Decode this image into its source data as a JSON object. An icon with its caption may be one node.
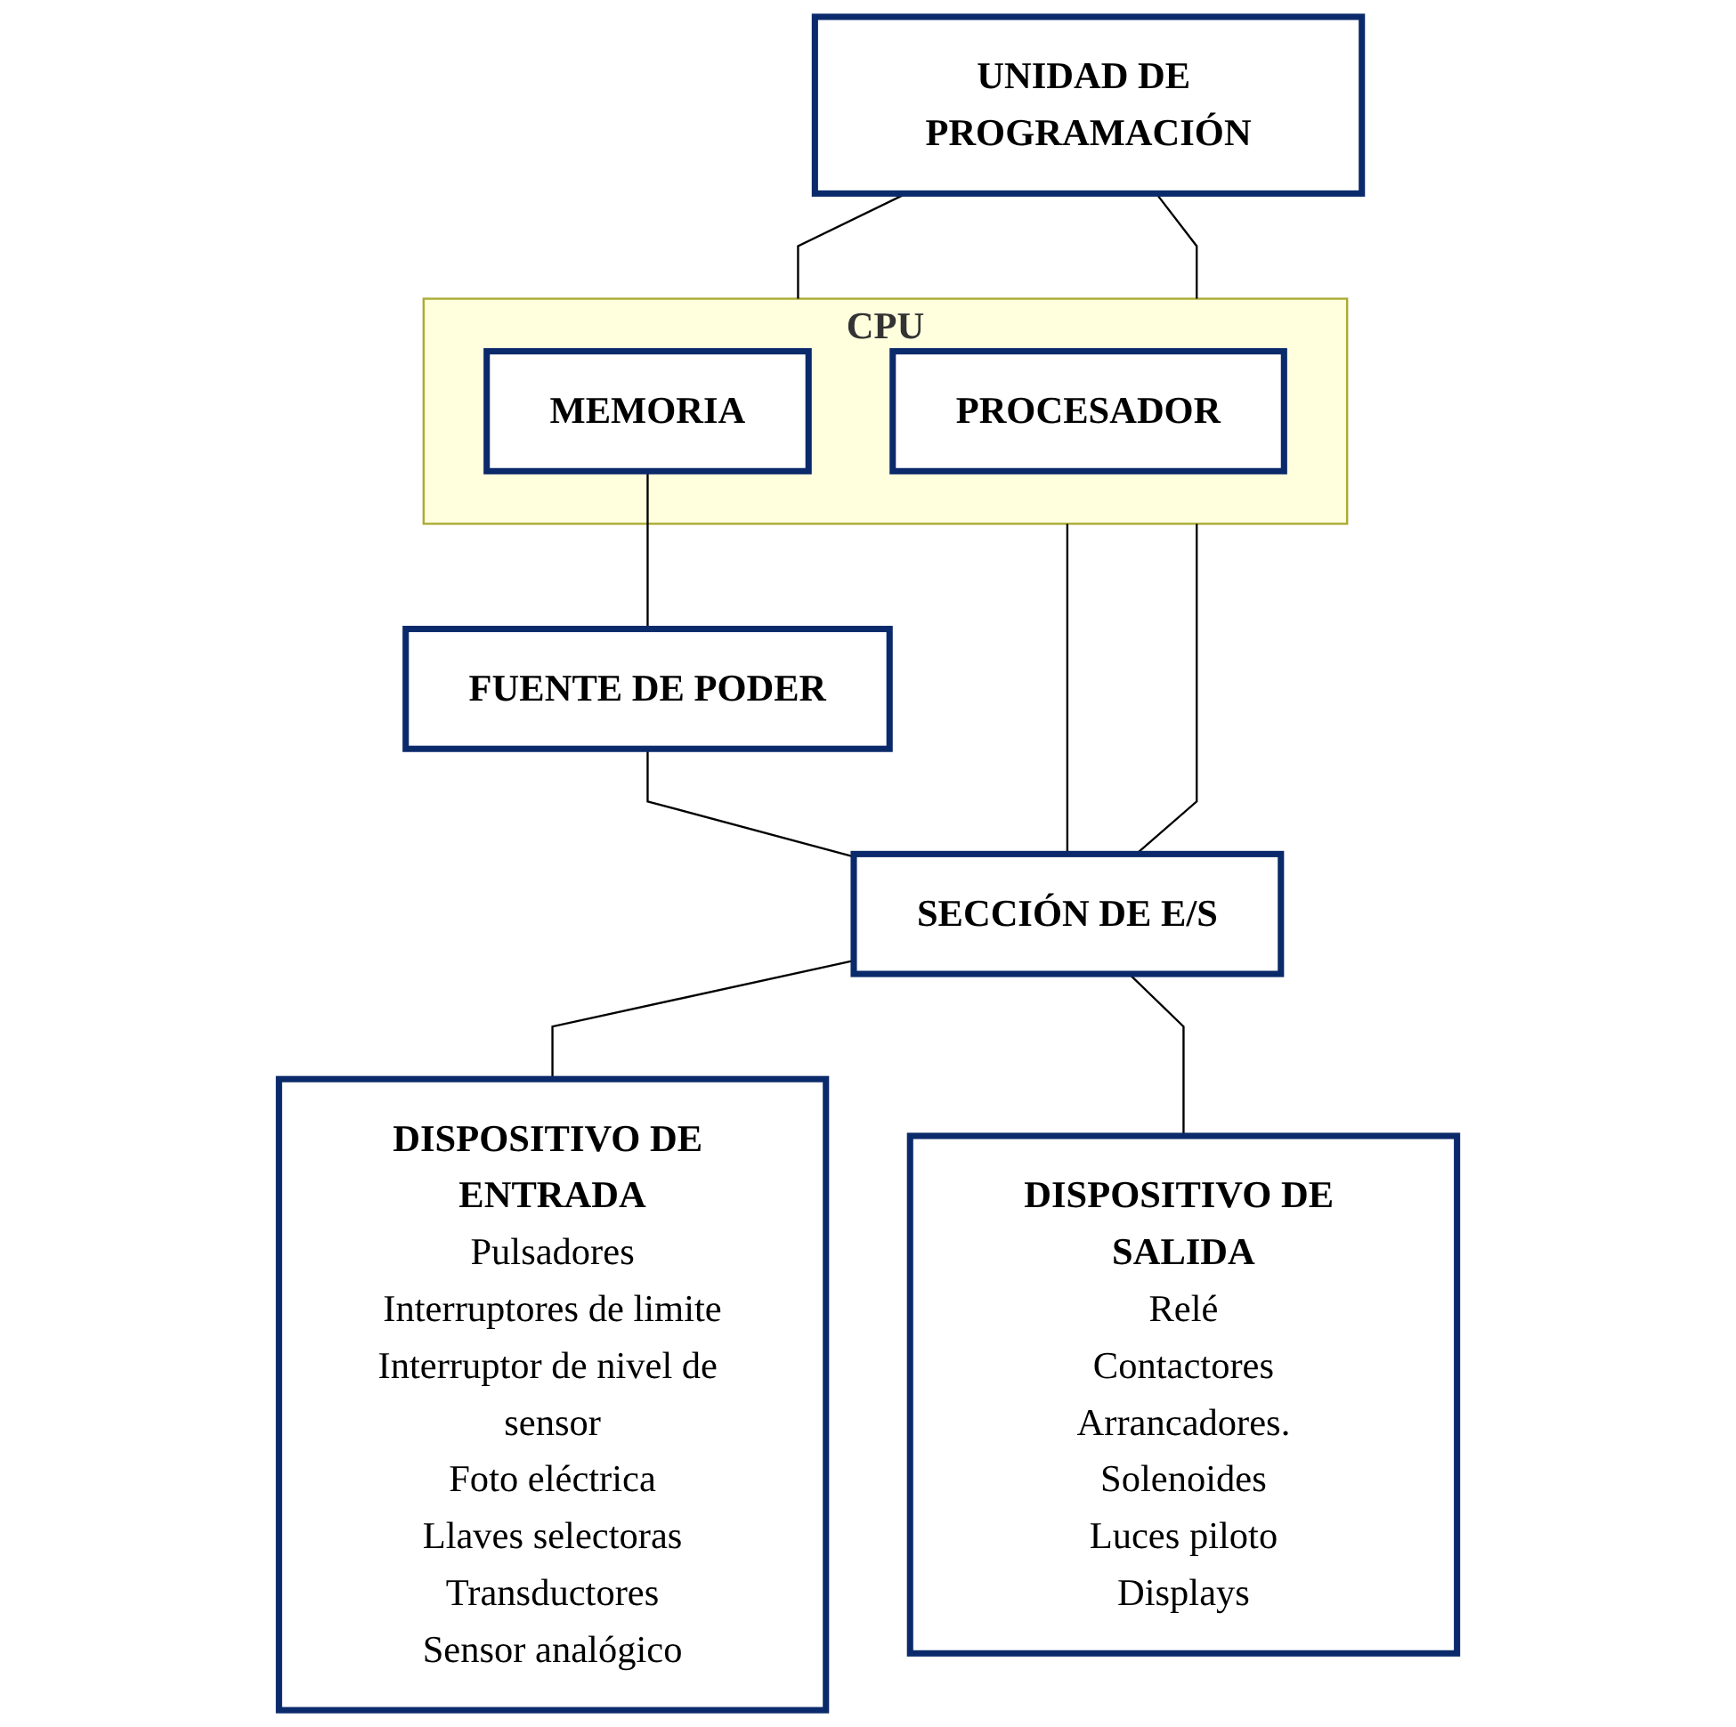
{
  "diagram": {
    "nodes": [
      {
        "text": [
          "UNIDAD DE PROGRAMACIÓN"
        ]
      },
      {
        "text": [
          "CPU"
        ]
      },
      {
        "text": [
          "PROCESADOR"
        ],
        "in": 1
      },
      {
        "text": [
          "MEMORIA"
        ],
        "in": 1
      },
      {
        "text": [
          "FUENTE DE PODER"
        ]
      },
      {
        "text": [
          "SECCIÓN DE E/S"
        ]
      },
      {
        "text": [
          "DISPOSITIVO DE ENTRADA",
          "Pulsadores",
          "Interruptores de limite",
          "Interruptor de nivel de sensor",
          "Foto eléctrica",
          "Llaves selectoras",
          "Transductores",
          "Sensor analógico"
        ]
      },
      {
        "text": [
          "DISPOSITIVO DE SALIDA",
          "Relé",
          "Contactores",
          "Arrancadores.",
          "Solenoides",
          "Luces piloto",
          "Displays"
        ]
      }
    ],
    "edges": [
      {
        "from": 0,
        "to": 1,
        "arrow": "none"
      },
      {
        "from": 0,
        "to": 1,
        "arrow": "none"
      },
      {
        "from": 3,
        "to": 4,
        "arrow": "none"
      },
      {
        "from": 1,
        "to": 5,
        "arrow": "none"
      },
      {
        "from": 1,
        "to": 5,
        "arrow": "none"
      },
      {
        "from": 4,
        "to": 5,
        "arrow": "none"
      },
      {
        "from": 5,
        "to": 6,
        "arrow": "none"
      },
      {
        "from": 5,
        "to": 7,
        "arrow": "none"
      }
    ]
  }
}
